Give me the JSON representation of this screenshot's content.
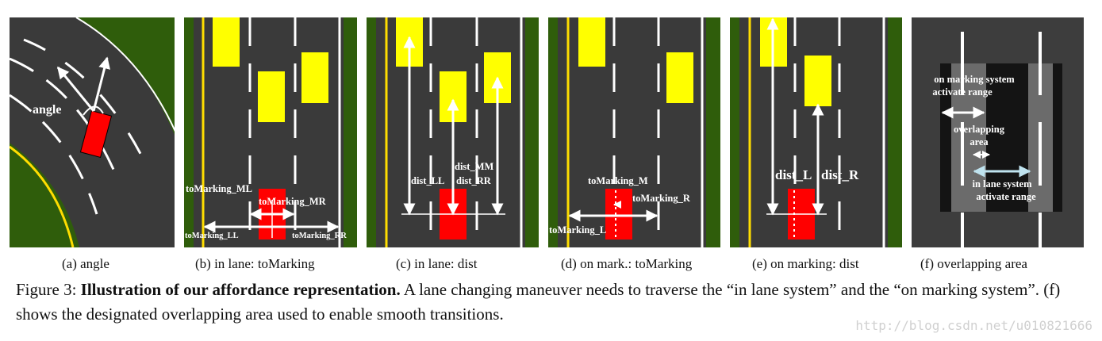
{
  "panels": [
    {
      "caption": "(a) angle",
      "labels": {
        "angle": "angle"
      }
    },
    {
      "caption": "(b) in lane: toMarking",
      "labels": {
        "ml": "toMarking_ML",
        "mr": "toMarking_MR",
        "ll": "toMarking_LL",
        "rr": "toMarking_RR"
      }
    },
    {
      "caption": "(c) in lane: dist",
      "labels": {
        "mm": "dist_MM",
        "ll": "dist_LL",
        "rr": "dist_RR"
      }
    },
    {
      "caption": "(d) on mark.: toMarking",
      "labels": {
        "m": "toMarking_M",
        "r": "toMarking_R",
        "l": "toMarking_L"
      }
    },
    {
      "caption": "(e) on marking: dist",
      "labels": {
        "l": "dist_L",
        "r": "dist_R"
      }
    },
    {
      "caption": "(f) overlapping area",
      "labels": {
        "on1": "on marking system",
        "on2": "activate range",
        "ov1": "overlapping",
        "ov2": "area",
        "in1": "in lane system",
        "in2": "activate range"
      }
    }
  ],
  "figure": {
    "label": "Figure 3:",
    "title": "Illustration of our affordance representation.",
    "text": "A lane changing maneuver needs to traverse the “in lane system” and the “on marking system”. (f) shows the designated overlapping area used to enable smooth transitions."
  },
  "watermark": "http://blog.csdn.net/u010821666",
  "colors": {
    "road": "#3a3a3a",
    "grass": "#2f5d0b",
    "car": "#ff0000",
    "other_car": "#ffff00",
    "yellow_line": "#ffdd00"
  }
}
